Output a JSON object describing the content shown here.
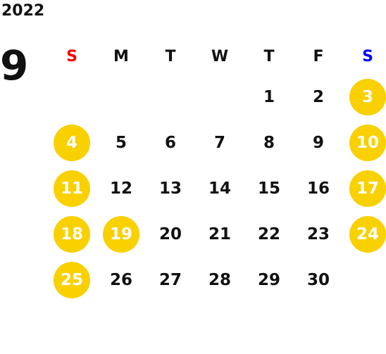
{
  "year": "2022",
  "month": "9",
  "highlight_color": "#f9d000",
  "weekdays": [
    {
      "label": "S",
      "color": "#ff0000"
    },
    {
      "label": "M"
    },
    {
      "label": "T"
    },
    {
      "label": "W"
    },
    {
      "label": "T"
    },
    {
      "label": "F"
    },
    {
      "label": "S",
      "color": "#0000ff"
    }
  ],
  "weeks": [
    [
      {
        "day": ""
      },
      {
        "day": ""
      },
      {
        "day": ""
      },
      {
        "day": ""
      },
      {
        "day": "1"
      },
      {
        "day": "2"
      },
      {
        "day": "3",
        "highlight": true
      }
    ],
    [
      {
        "day": "4",
        "highlight": true
      },
      {
        "day": "5"
      },
      {
        "day": "6"
      },
      {
        "day": "7"
      },
      {
        "day": "8"
      },
      {
        "day": "9"
      },
      {
        "day": "10",
        "highlight": true
      }
    ],
    [
      {
        "day": "11",
        "highlight": true
      },
      {
        "day": "12"
      },
      {
        "day": "13"
      },
      {
        "day": "14"
      },
      {
        "day": "15"
      },
      {
        "day": "16"
      },
      {
        "day": "17",
        "highlight": true
      }
    ],
    [
      {
        "day": "18",
        "highlight": true
      },
      {
        "day": "19",
        "highlight": true
      },
      {
        "day": "20"
      },
      {
        "day": "21"
      },
      {
        "day": "22"
      },
      {
        "day": "23"
      },
      {
        "day": "24",
        "highlight": true
      }
    ],
    [
      {
        "day": "25",
        "highlight": true
      },
      {
        "day": "26"
      },
      {
        "day": "27"
      },
      {
        "day": "28"
      },
      {
        "day": "29"
      },
      {
        "day": "30"
      },
      {
        "day": ""
      }
    ]
  ]
}
